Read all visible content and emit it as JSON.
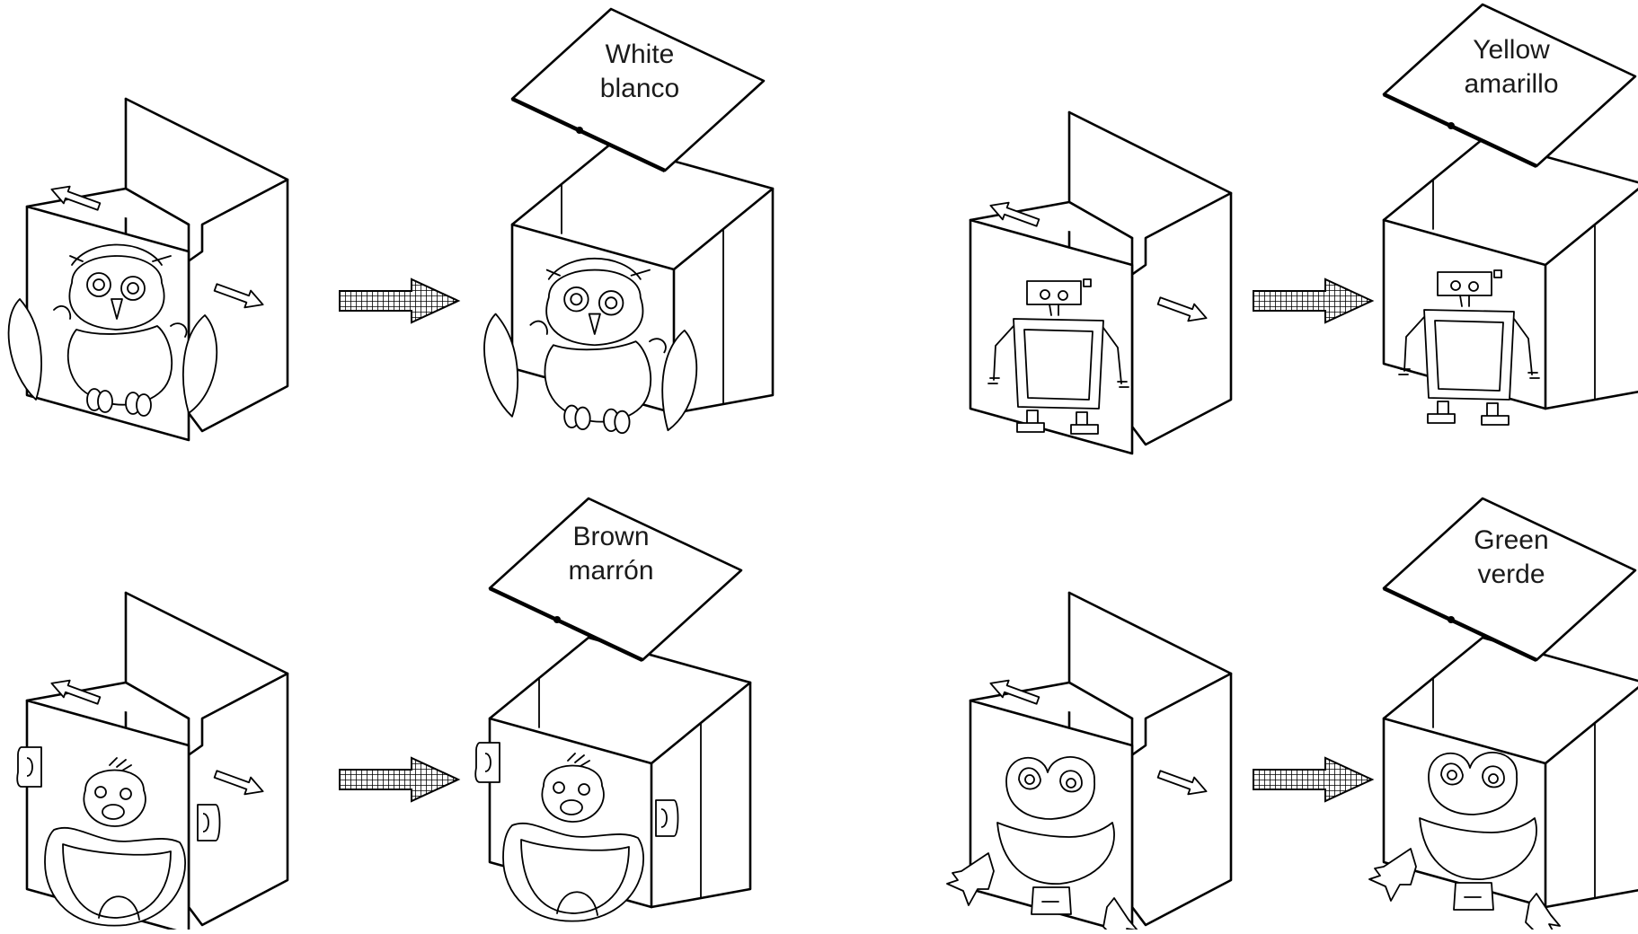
{
  "boxes": [
    {
      "id": "owl",
      "line1": "White",
      "line2": "blanco"
    },
    {
      "id": "robot",
      "line1": "Yellow",
      "line2": "amarillo"
    },
    {
      "id": "monkey",
      "line1": "Brown",
      "line2": "marrón"
    },
    {
      "id": "frog",
      "line1": "Green",
      "line2": "verde"
    }
  ]
}
